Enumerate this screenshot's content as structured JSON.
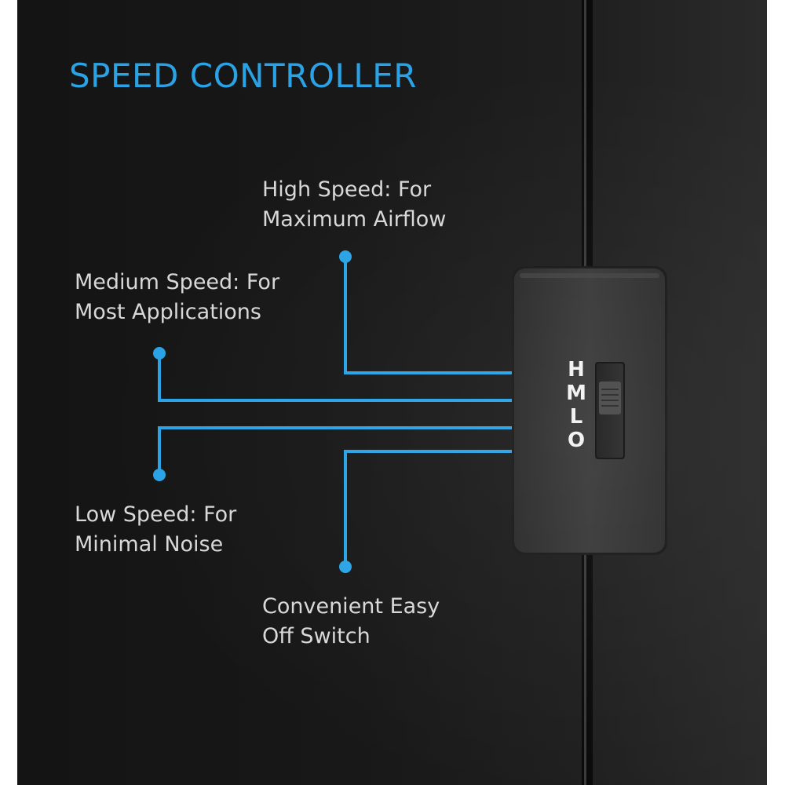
{
  "title": "SPEED CONTROLLER",
  "labels": {
    "high": {
      "line1": "High Speed: For",
      "line2": "Maximum Airflow"
    },
    "medium": {
      "line1": "Medium Speed: For",
      "line2": "Most Applications"
    },
    "low": {
      "line1": "Low Speed: For",
      "line2": "Minimal Noise"
    },
    "off": {
      "line1": "Convenient Easy",
      "line2": "Off Switch"
    }
  },
  "switch": {
    "letters": [
      "H",
      "M",
      "L",
      "O"
    ]
  },
  "colors": {
    "accent": "#29a3e6",
    "background": "#161616",
    "text": "#d8d8d8"
  }
}
